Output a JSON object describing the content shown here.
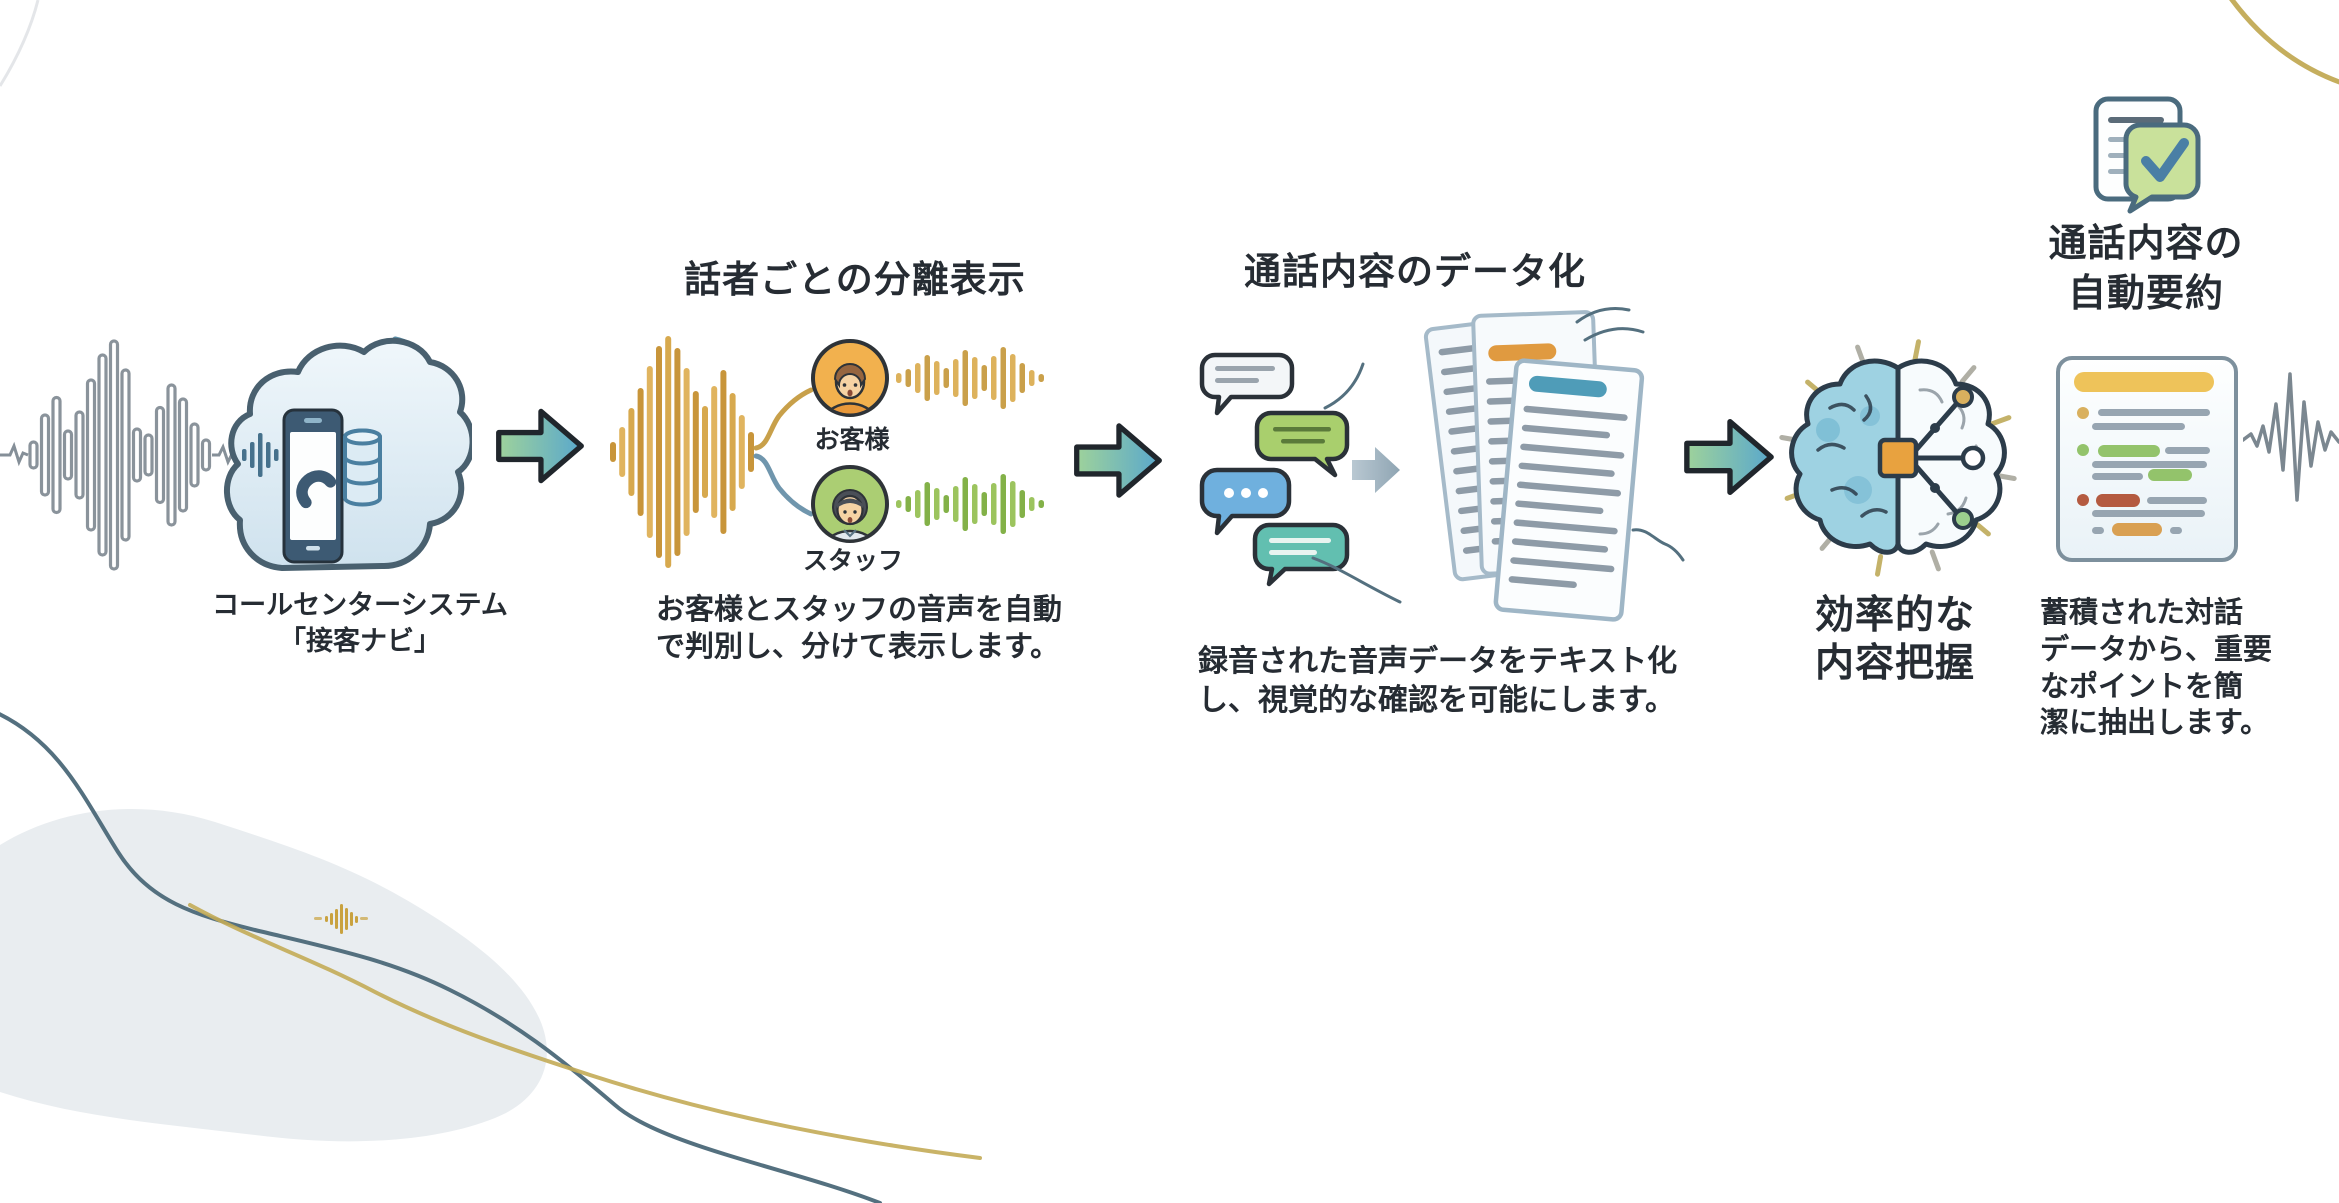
{
  "flow": {
    "step1": {
      "caption_line1": "コールセンターシステム",
      "caption_line2": "「接客ナビ」"
    },
    "step2": {
      "title": "話者ごとの分離表示",
      "speaker_top_label": "お客様",
      "speaker_bottom_label": "スタッフ",
      "desc_line1": "お客様とスタッフの音声を自動",
      "desc_line2": "で判別し、分けて表示します。"
    },
    "step3": {
      "title": "通話内容のデータ化",
      "desc_line1": "録音された音声データをテキスト化",
      "desc_line2": "し、視覚的な確認を可能にします。"
    },
    "step4": {
      "title_line1": "効率的な",
      "title_line2": "内容把握"
    },
    "step5": {
      "title_line1": "通話内容の",
      "title_line2": "自動要約",
      "desc_line1": "蓄積された対話",
      "desc_line2": "データから、重要",
      "desc_line3": "なポイントを簡",
      "desc_line4": "潔に抽出します。"
    }
  },
  "colors": {
    "text": "#262c33",
    "arrow_fill_start": "#9ed29b",
    "arrow_fill_end": "#5aa8cc",
    "arrow_outline": "#20262c",
    "gray_wave": "#8a939b",
    "gold_wave_dark": "#c8953a",
    "gold_wave_light": "#e0b45f",
    "green_wave": "#9cc45e",
    "cloud_stroke": "#49606f",
    "customer_accent": "#f2b14e",
    "staff_accent": "#abce73",
    "chat_green": "#a9cf6d",
    "chat_blue": "#6fb0de",
    "chat_teal": "#62bfb0",
    "highlight_orange": "#e09a40",
    "highlight_teal": "#4f9cb8",
    "brain_blue": "#9ed2e2",
    "brain_square_orange": "#e8a23f",
    "summary_gold": "#eec35a",
    "summary_green": "#93c36b",
    "summary_red": "#b45a40",
    "deco_line_dark": "#54707f",
    "deco_line_gold": "#c3ab56"
  }
}
